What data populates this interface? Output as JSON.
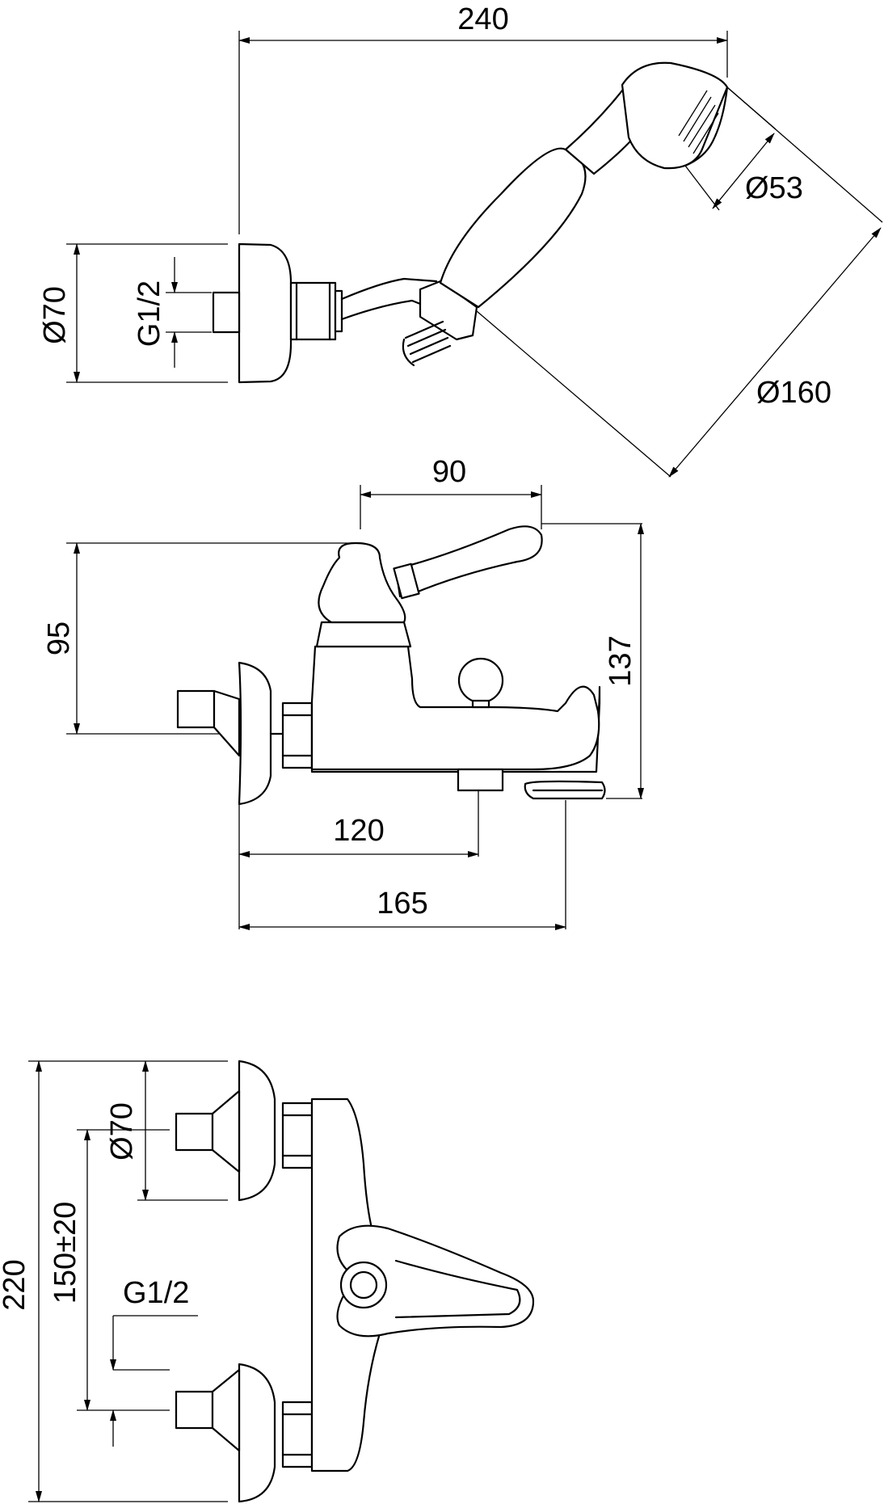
{
  "dimensions": {
    "top_view": {
      "width_overall": "240",
      "hand_shower_head_diameter": "Ø53",
      "flange_diameter": "Ø70",
      "thread": "G1/2",
      "swing_radius": "Ø160"
    },
    "side_view": {
      "lever_reach": "90",
      "lever_height": "95",
      "total_height": "137",
      "outlet_distance": "120",
      "spout_projection": "165"
    },
    "front_view": {
      "overall_width": "220",
      "centres": "150±20",
      "flange_diameter": "Ø70",
      "thread": "G1/2"
    }
  },
  "colors": {
    "line": "#000000",
    "background": "#ffffff"
  }
}
